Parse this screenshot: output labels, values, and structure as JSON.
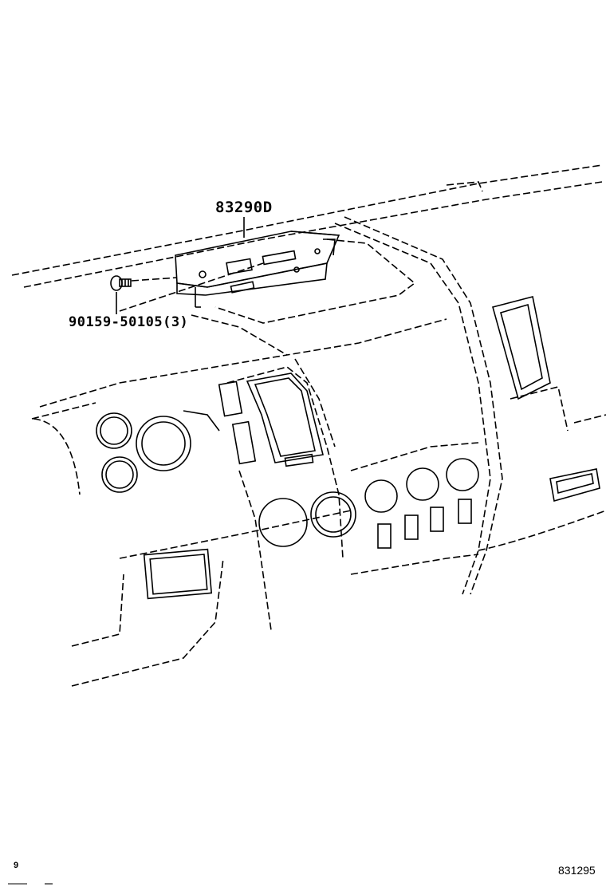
{
  "diagram": {
    "parts": [
      {
        "part_number": "83290D",
        "component": "multi-display-assembly"
      },
      {
        "part_number": "90159-50105(3)",
        "component": "mounting-screw"
      }
    ],
    "illustration_code": "831295",
    "corner_mark": "9"
  }
}
